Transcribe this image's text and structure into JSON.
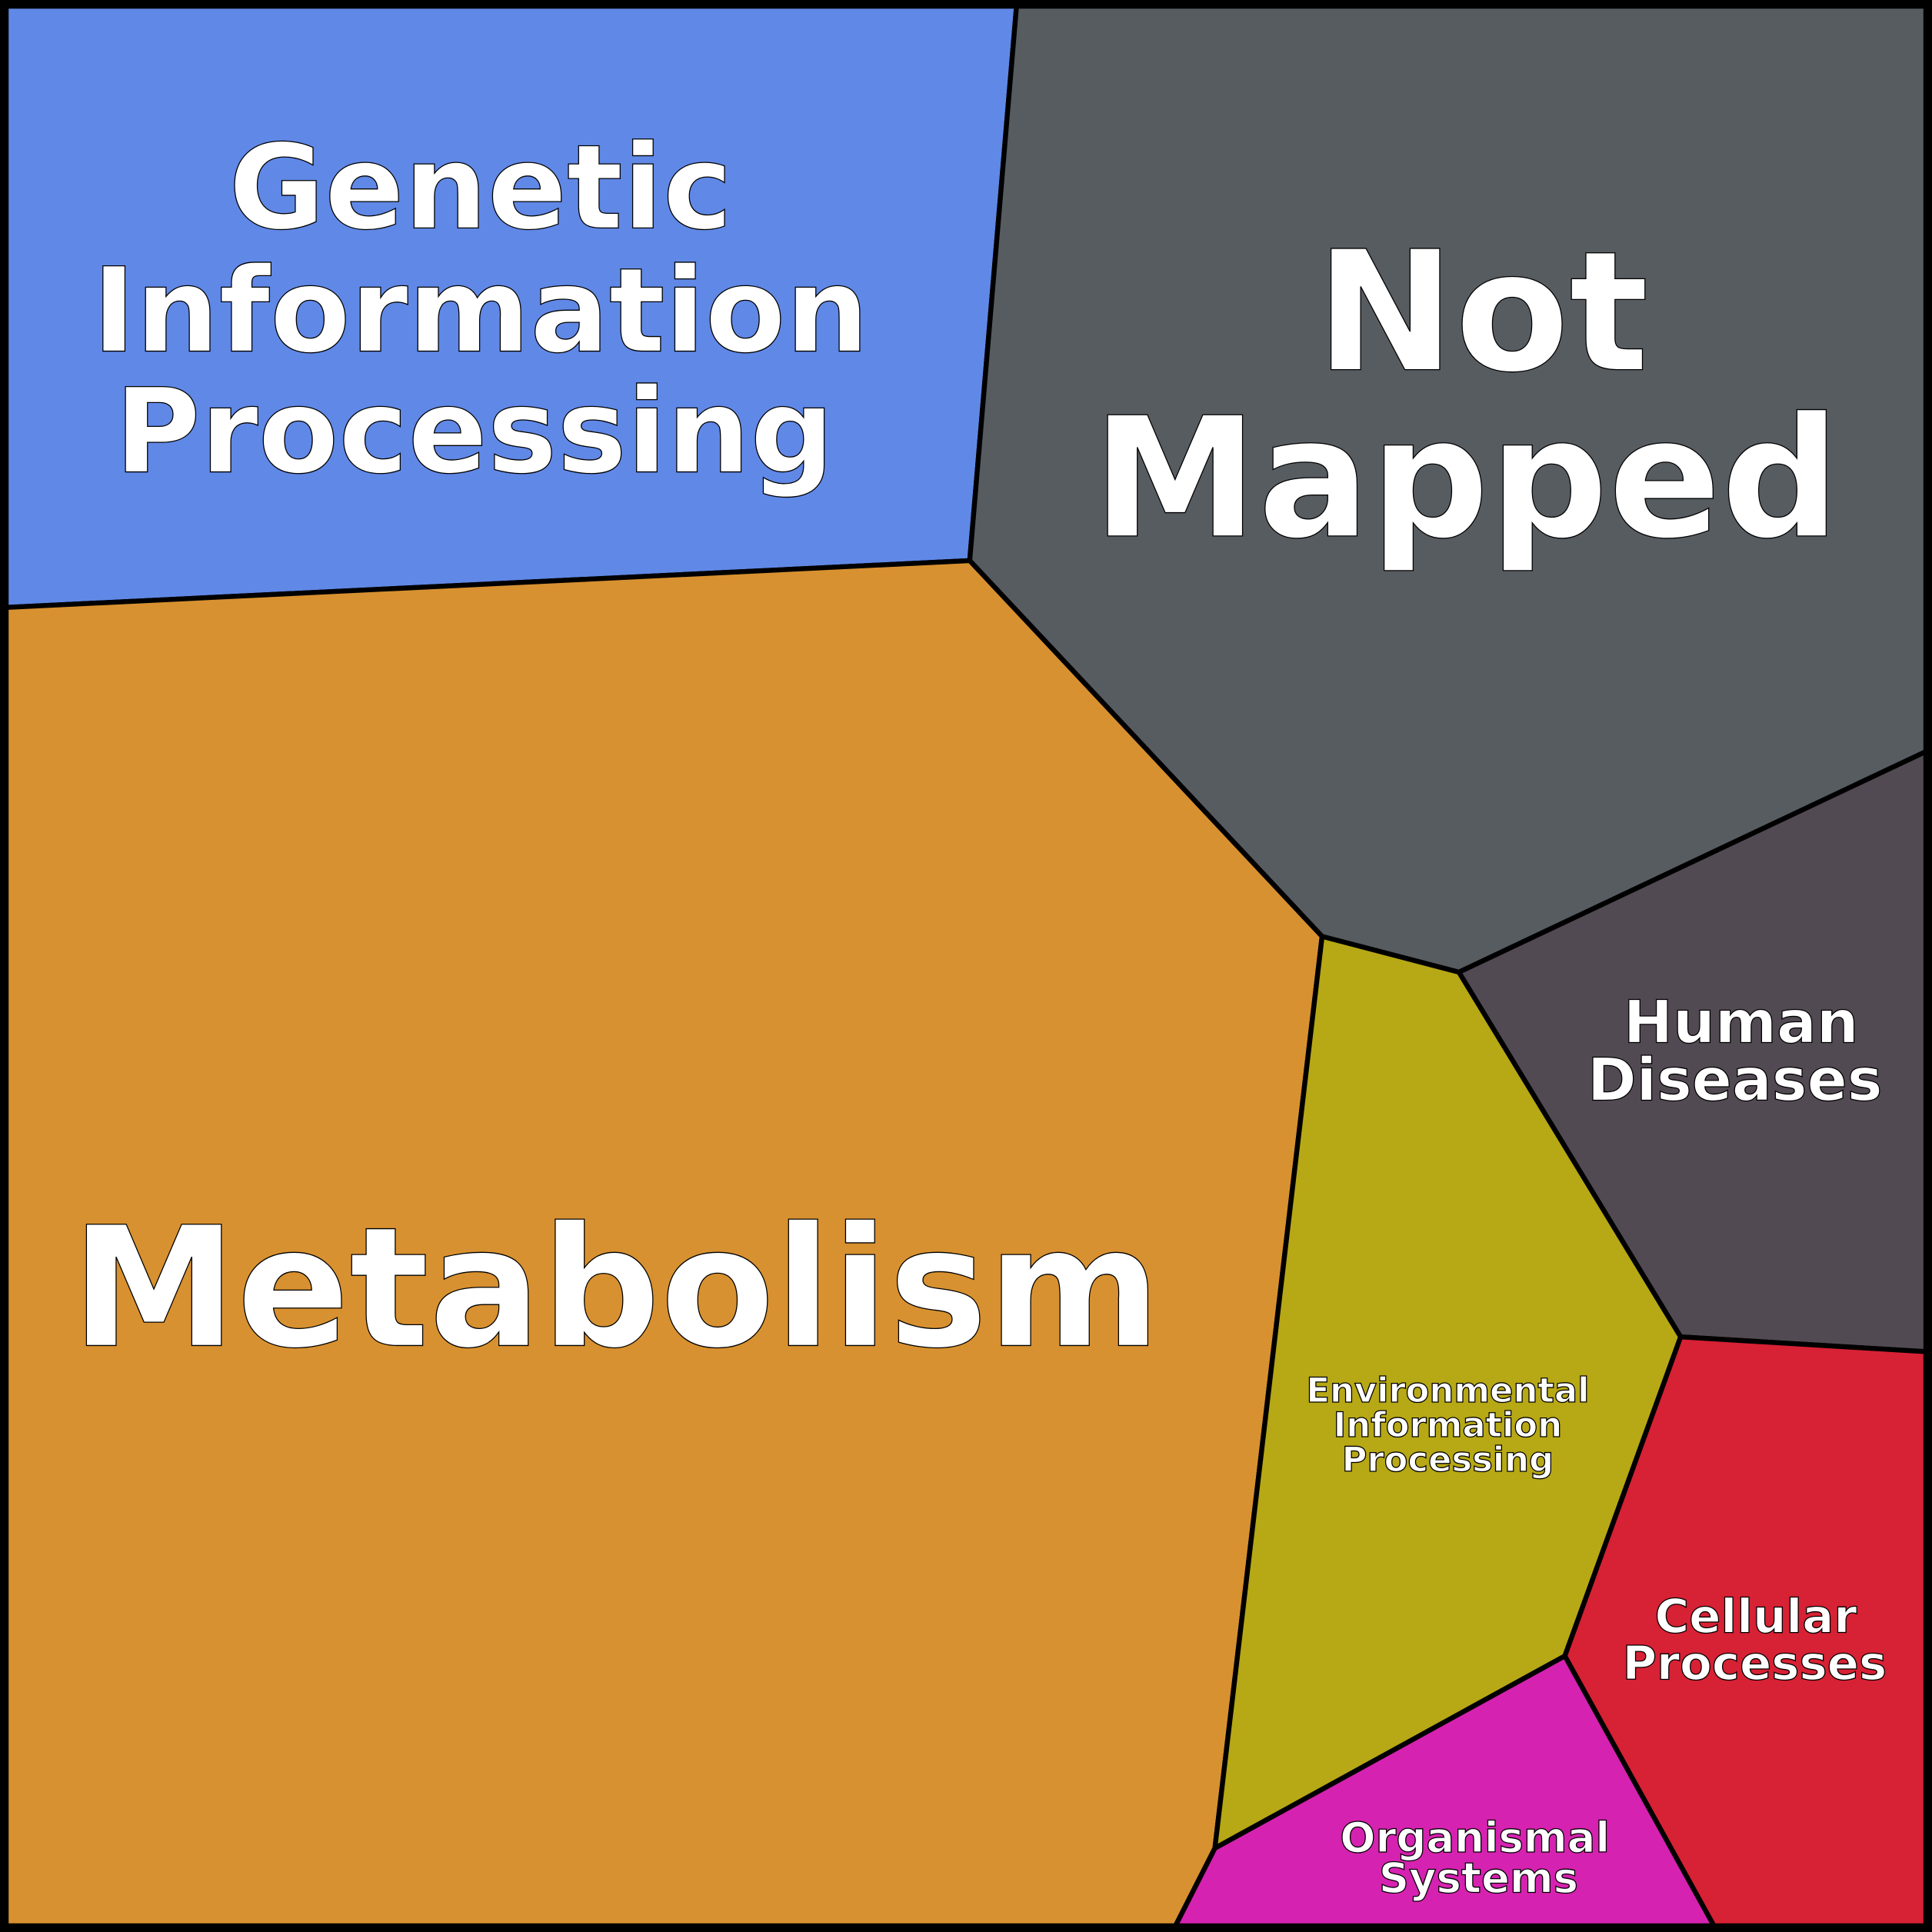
{
  "diagram": {
    "type": "voronoi-treemap",
    "regions": [
      {
        "id": "genetic",
        "lines": [
          "Genetic",
          "Information",
          "Processing"
        ],
        "color": "#6088e6"
      },
      {
        "id": "not-mapped",
        "lines": [
          "Not",
          "Mapped"
        ],
        "color": "#575c61"
      },
      {
        "id": "metabolism",
        "lines": [
          "Metabolism"
        ],
        "color": "#d89130"
      },
      {
        "id": "human-diseases",
        "lines": [
          "Human",
          "Diseases"
        ],
        "color": "#524a52"
      },
      {
        "id": "environmental",
        "lines": [
          "Environmental",
          "Information",
          "Processing"
        ],
        "color": "#b7a815"
      },
      {
        "id": "cellular",
        "lines": [
          "Cellular",
          "Processes"
        ],
        "color": "#d72134"
      },
      {
        "id": "organismal",
        "lines": [
          "Organismal",
          "Systems"
        ],
        "color": "#d622b0"
      }
    ]
  }
}
